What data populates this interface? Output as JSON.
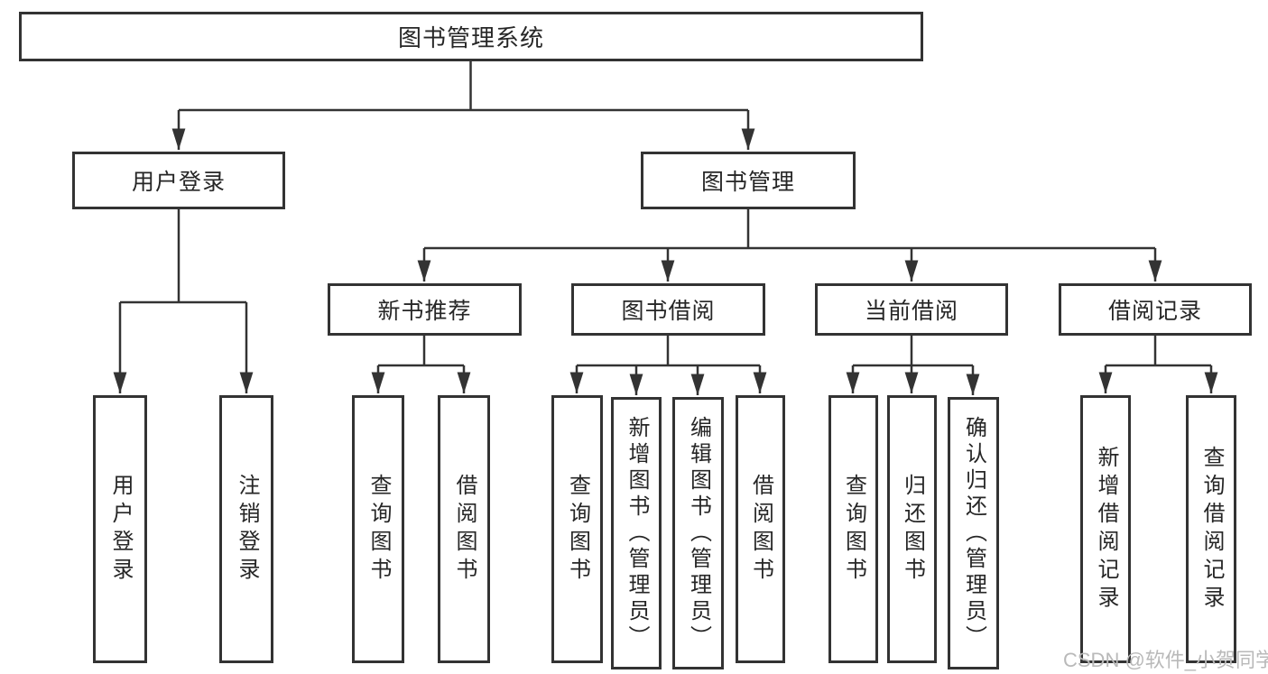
{
  "nodes": {
    "root": {
      "label": "图书管理系统"
    },
    "user_login": {
      "label": "用户登录"
    },
    "book_mgmt": {
      "label": "图书管理"
    },
    "leaf_user_login": {
      "label": "用户登录"
    },
    "leaf_logout": {
      "label": "注销登录"
    },
    "new_book_rec": {
      "label": "新书推荐"
    },
    "book_borrow": {
      "label": "图书借阅"
    },
    "current_borrow": {
      "label": "当前借阅"
    },
    "borrow_record": {
      "label": "借阅记录"
    },
    "rec_query_book": {
      "label": "查询图书"
    },
    "rec_borrow_book": {
      "label": "借阅图书"
    },
    "bb_query_book": {
      "label": "查询图书"
    },
    "bb_add_book": {
      "label": "新增图书（管理员）"
    },
    "bb_edit_book": {
      "label": "编辑图书（管理员）"
    },
    "bb_borrow_book": {
      "label": "借阅图书"
    },
    "cb_query_book": {
      "label": "查询图书"
    },
    "cb_return_book": {
      "label": "归还图书"
    },
    "cb_confirm_return": {
      "label": "确认归还（管理员）"
    },
    "br_add_record": {
      "label": "新增借阅记录"
    },
    "br_query_record": {
      "label": "查询借阅记录"
    }
  },
  "hierarchy": [
    {
      "parent": "图书管理系统",
      "children": [
        "用户登录",
        "图书管理"
      ]
    },
    {
      "parent": "用户登录",
      "children": [
        "用户登录",
        "注销登录"
      ]
    },
    {
      "parent": "图书管理",
      "children": [
        "新书推荐",
        "图书借阅",
        "当前借阅",
        "借阅记录"
      ]
    },
    {
      "parent": "新书推荐",
      "children": [
        "查询图书",
        "借阅图书"
      ]
    },
    {
      "parent": "图书借阅",
      "children": [
        "查询图书",
        "新增图书（管理员）",
        "编辑图书（管理员）",
        "借阅图书"
      ]
    },
    {
      "parent": "当前借阅",
      "children": [
        "查询图书",
        "归还图书",
        "确认归还（管理员）"
      ]
    },
    {
      "parent": "借阅记录",
      "children": [
        "新增借阅记录",
        "查询借阅记录"
      ]
    }
  ],
  "watermark": {
    "text": "CSDN @软件_小贺同学"
  },
  "colors": {
    "background": "#ffffff",
    "line": "#333333",
    "box_border": "#333333",
    "text": "#262626",
    "watermark": "#b9b9b9"
  }
}
